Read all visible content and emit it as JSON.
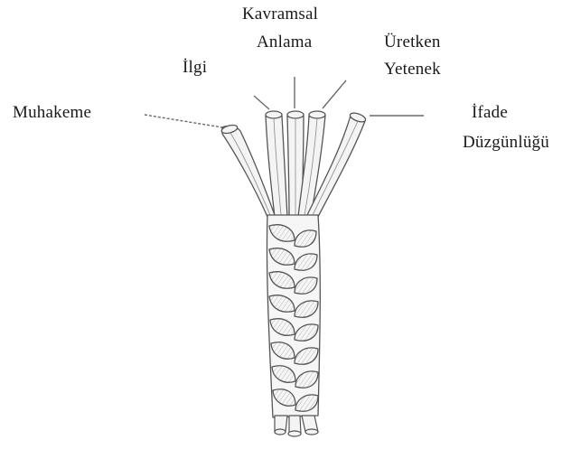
{
  "diagram": {
    "labels": {
      "kavramsal_line1": "Kavramsal",
      "kavramsal_line2": "Anlama",
      "ilgi": "İlgi",
      "uretken_line1": "Üretken",
      "uretken_line2": "Yetenek",
      "muhakeme": "Muhakeme",
      "ifade_line1": "İfade",
      "ifade_line2": "Düzgünlüğü"
    },
    "colors": {
      "ink": "#1a1a1a",
      "strand_fill": "#f4f4f4",
      "strand_stroke": "#555555",
      "pointer": "#6a6a6a"
    }
  }
}
